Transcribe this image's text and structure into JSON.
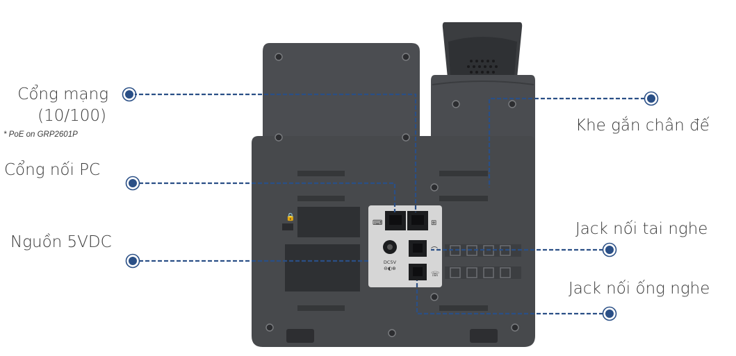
{
  "labels": {
    "network_port": "Cổng mạng",
    "network_port_speed": "(10/100)",
    "network_port_note": "* PoE on GRP2601P",
    "pc_port": "Cổng nối PC",
    "power": "Nguồn 5VDC",
    "stand_slot": "Khe gắn chân đế",
    "headset_jack": "Jack nối tai nghe",
    "handset_jack": "Jack nối ống nghe"
  },
  "device_marks": {
    "power_socket_text": "DC5V"
  },
  "colors": {
    "callout": "#2a4f86",
    "phone_body": "#47494c",
    "phone_dark": "#2f3134",
    "port_panel": "#d6d6d6",
    "text": "#3a3a3a"
  }
}
